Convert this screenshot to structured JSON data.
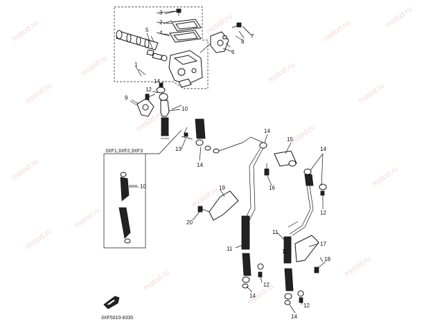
{
  "watermark": "motod.ru",
  "inset_title": "3XF1,3XF2,3XF3",
  "figure_code": "3XF5010-8330",
  "callouts": {
    "c1": "1",
    "c2": "2",
    "c3": "3",
    "c4": "4",
    "c5": "5",
    "c6": "6",
    "c7": "7",
    "c8": "8",
    "c9": "9",
    "c10a": "10",
    "c10b": "10",
    "c11a": "11",
    "c11b": "11",
    "c11c": "11",
    "c12a": "12",
    "c12b": "12",
    "c12c": "12",
    "c13": "13",
    "c14a": "14",
    "c14b": "14",
    "c14c": "14",
    "c14d": "14",
    "c14e": "14",
    "c14f": "14",
    "c14g": "14",
    "c15": "15",
    "c16": "16",
    "c17": "17",
    "c18": "18",
    "c19": "19",
    "c20": "20"
  }
}
